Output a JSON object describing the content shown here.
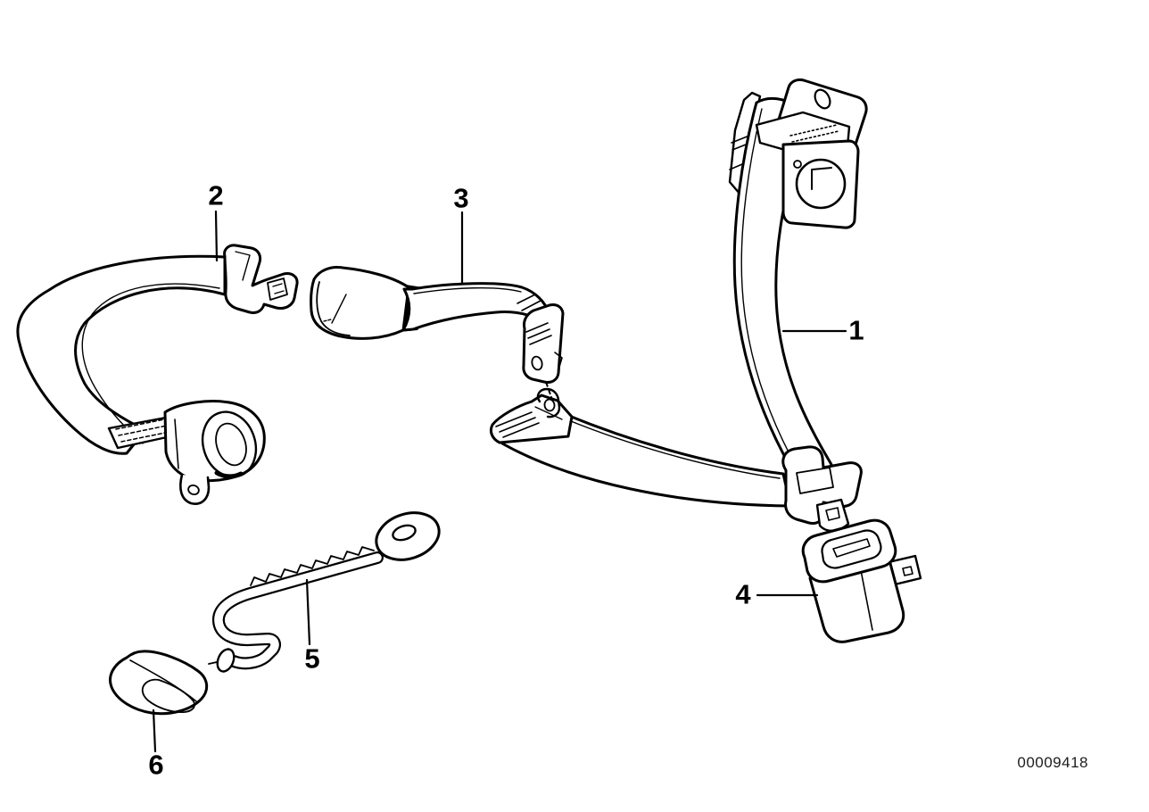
{
  "page": {
    "background": "#ffffff",
    "ink": "#000000"
  },
  "diagram": {
    "code": "00009418",
    "callouts": [
      {
        "label": "1"
      },
      {
        "label": "2"
      },
      {
        "label": "3"
      },
      {
        "label": "4"
      },
      {
        "label": "5"
      },
      {
        "label": "6"
      }
    ]
  }
}
